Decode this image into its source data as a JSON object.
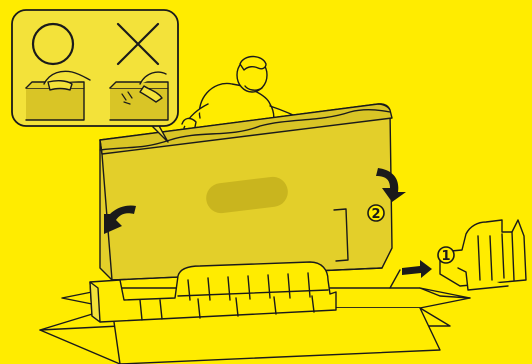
{
  "steps": [
    {
      "number": "①",
      "meaning": "step-one-marker"
    },
    {
      "number": "②",
      "meaning": "step-two-marker"
    }
  ],
  "inset": {
    "correct_symbol": "circle-icon",
    "incorrect_symbol": "cross-icon"
  },
  "colors": {
    "background": "#FFEC00",
    "tv_panel": "#E3CF2A",
    "line": "#1a1a1a",
    "inset_fill": "#F3E23A"
  },
  "icons": [
    "circle-icon",
    "cross-icon",
    "rotate-arrow-icon",
    "push-arrow-icon"
  ]
}
